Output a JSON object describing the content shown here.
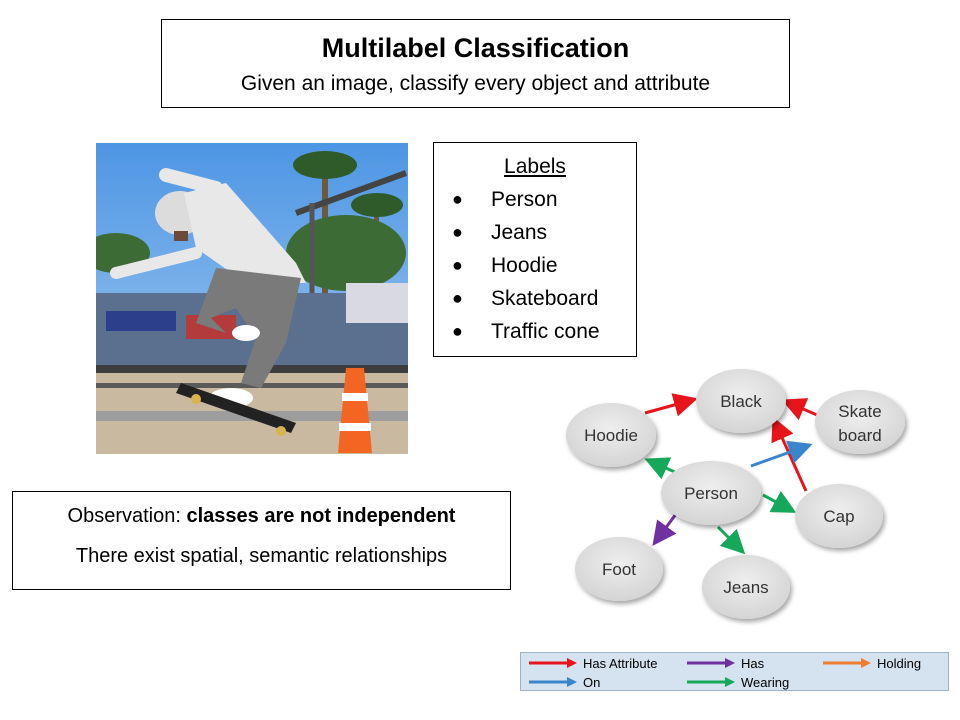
{
  "title": {
    "heading": "Multilabel Classification",
    "subheading": "Given an image, classify every object and attribute"
  },
  "labels_box": {
    "heading": "Labels",
    "items": [
      "Person",
      "Jeans",
      "Hoodie",
      "Skateboard",
      "Traffic cone"
    ]
  },
  "observation": {
    "prefix": "Observation: ",
    "emphasis": "classes are not independent",
    "line2": "There exist spatial, semantic relationships"
  },
  "graph": {
    "nodes": {
      "black": "Black",
      "hoodie": "Hoodie",
      "skate_line1": "Skate",
      "skate_line2": "board",
      "person": "Person",
      "cap": "Cap",
      "foot": "Foot",
      "jeans": "Jeans"
    }
  },
  "legend": {
    "has_attribute": "Has Attribute",
    "has": "Has",
    "holding": "Holding",
    "on": "On",
    "wearing": "Wearing"
  },
  "colors": {
    "has_attribute": "#e8141c",
    "has": "#7030a0",
    "holding": "#ed7d31",
    "on": "#3a86cc",
    "wearing": "#16a85a"
  }
}
